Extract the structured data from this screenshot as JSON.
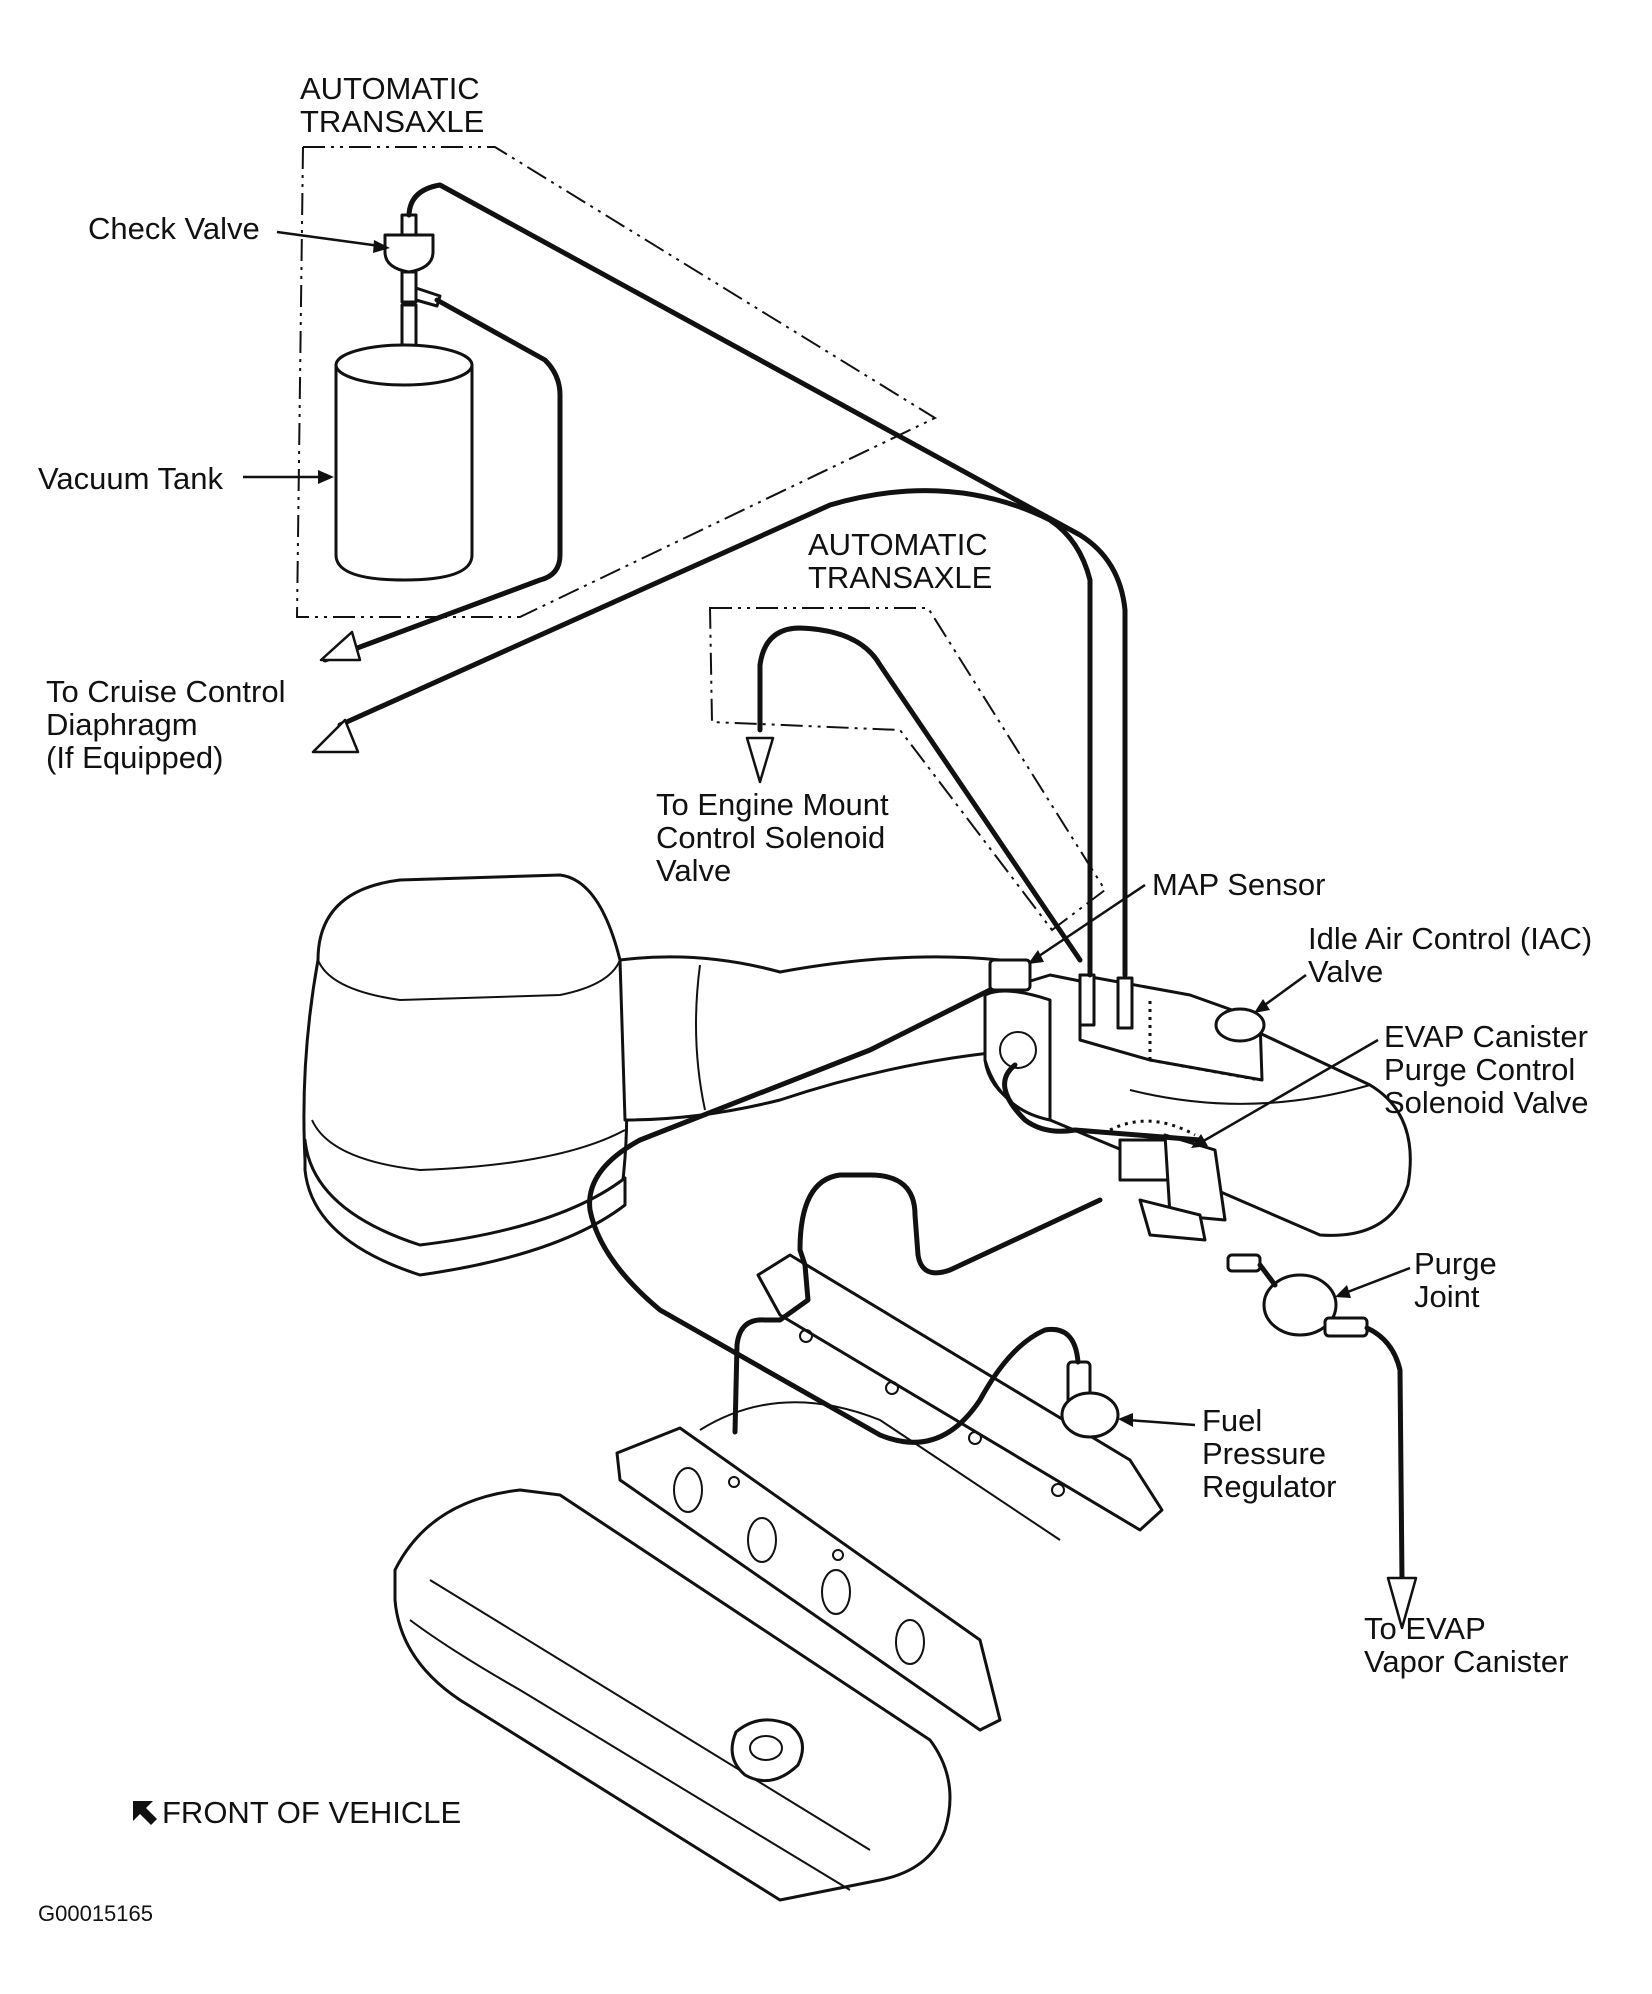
{
  "labels": {
    "auto_transaxle_top": [
      "AUTOMATIC",
      "TRANSAXLE"
    ],
    "check_valve": "Check Valve",
    "vacuum_tank": "Vacuum Tank",
    "auto_transaxle_mid": [
      "AUTOMATIC",
      "TRANSAXLE"
    ],
    "cruise_control": [
      "To Cruise Control",
      "Diaphragm",
      "(If Equipped)"
    ],
    "engine_mount": [
      "To Engine Mount",
      "Control Solenoid",
      "Valve"
    ],
    "map_sensor": "MAP Sensor",
    "iac_valve": [
      "Idle Air Control (IAC)",
      "Valve"
    ],
    "evap_purge": [
      "EVAP Canister",
      "Purge Control",
      "Solenoid Valve"
    ],
    "purge_joint": [
      "Purge",
      "Joint"
    ],
    "fuel_pressure": [
      "Fuel",
      "Pressure",
      "Regulator"
    ],
    "evap_vapor": [
      "To EVAP",
      "Vapor Canister"
    ],
    "front_of_vehicle": "FRONT OF VEHICLE",
    "figure_code": "G00015165"
  }
}
